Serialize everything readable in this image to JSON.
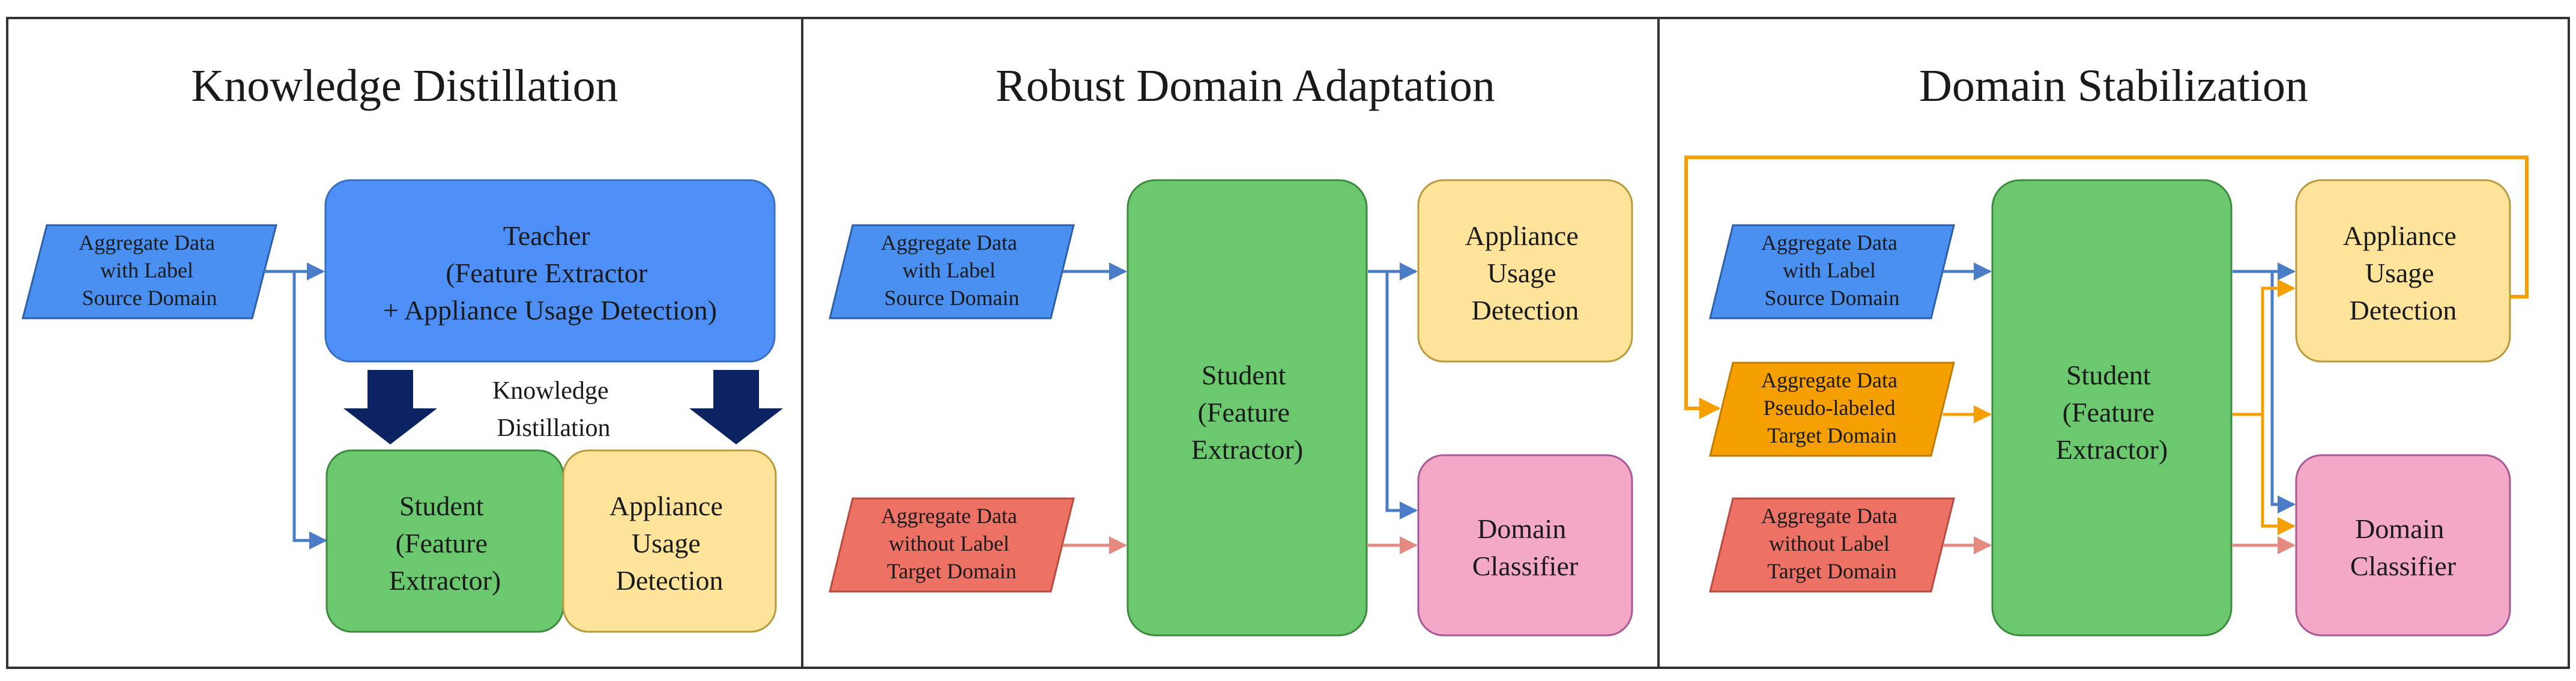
{
  "panels": [
    {
      "title": "Knowledge Distillation",
      "teacher": {
        "lines": [
          "Teacher",
          "(Feature Extractor",
          "+ Appliance Usage Detection)"
        ]
      },
      "source_input": {
        "lines": [
          "Aggregate Data",
          "with Label",
          "Source Domain"
        ]
      },
      "kd_label": {
        "lines": [
          "Knowledge",
          "Distillation"
        ]
      },
      "student": {
        "lines": [
          "Student",
          "(Feature",
          "Extractor)"
        ]
      },
      "aud": {
        "lines": [
          "Appliance",
          "Usage",
          "Detection"
        ]
      }
    },
    {
      "title": "Robust Domain Adaptation",
      "source_input": {
        "lines": [
          "Aggregate Data",
          "with Label",
          "Source Domain"
        ]
      },
      "target_input": {
        "lines": [
          "Aggregate Data",
          "without Label",
          "Target Domain"
        ]
      },
      "student": {
        "lines": [
          "Student",
          "(Feature",
          "Extractor)"
        ]
      },
      "aud": {
        "lines": [
          "Appliance",
          "Usage",
          "Detection"
        ]
      },
      "domain_classifier": {
        "lines": [
          "Domain",
          "Classifier"
        ]
      }
    },
    {
      "title": "Domain Stabilization",
      "source_input": {
        "lines": [
          "Aggregate Data",
          "with Label",
          "Source Domain"
        ]
      },
      "pseudo_input": {
        "lines": [
          "Aggregate Data",
          "Pseudo-labeled",
          "Target Domain"
        ]
      },
      "target_input": {
        "lines": [
          "Aggregate Data",
          "without Label",
          "Target Domain"
        ]
      },
      "student": {
        "lines": [
          "Student",
          "(Feature",
          "Extractor)"
        ]
      },
      "aud": {
        "lines": [
          "Appliance",
          "Usage",
          "Detection"
        ]
      },
      "domain_classifier": {
        "lines": [
          "Domain",
          "Classifier"
        ]
      }
    }
  ],
  "colors": {
    "source_fill": "#4a90f0",
    "target_fill": "#ee7166",
    "pseudo_fill": "#f5a000",
    "teacher_fill": "#4d8ff7",
    "student_fill": "#6cc86f",
    "aud_fill": "#fde49a",
    "classifier_fill": "#f3a8c8",
    "kd_arrow": "#0b2360",
    "blue_line": "#4a7cc8",
    "red_line": "#e58a7f",
    "orange_line": "#f5a000"
  }
}
